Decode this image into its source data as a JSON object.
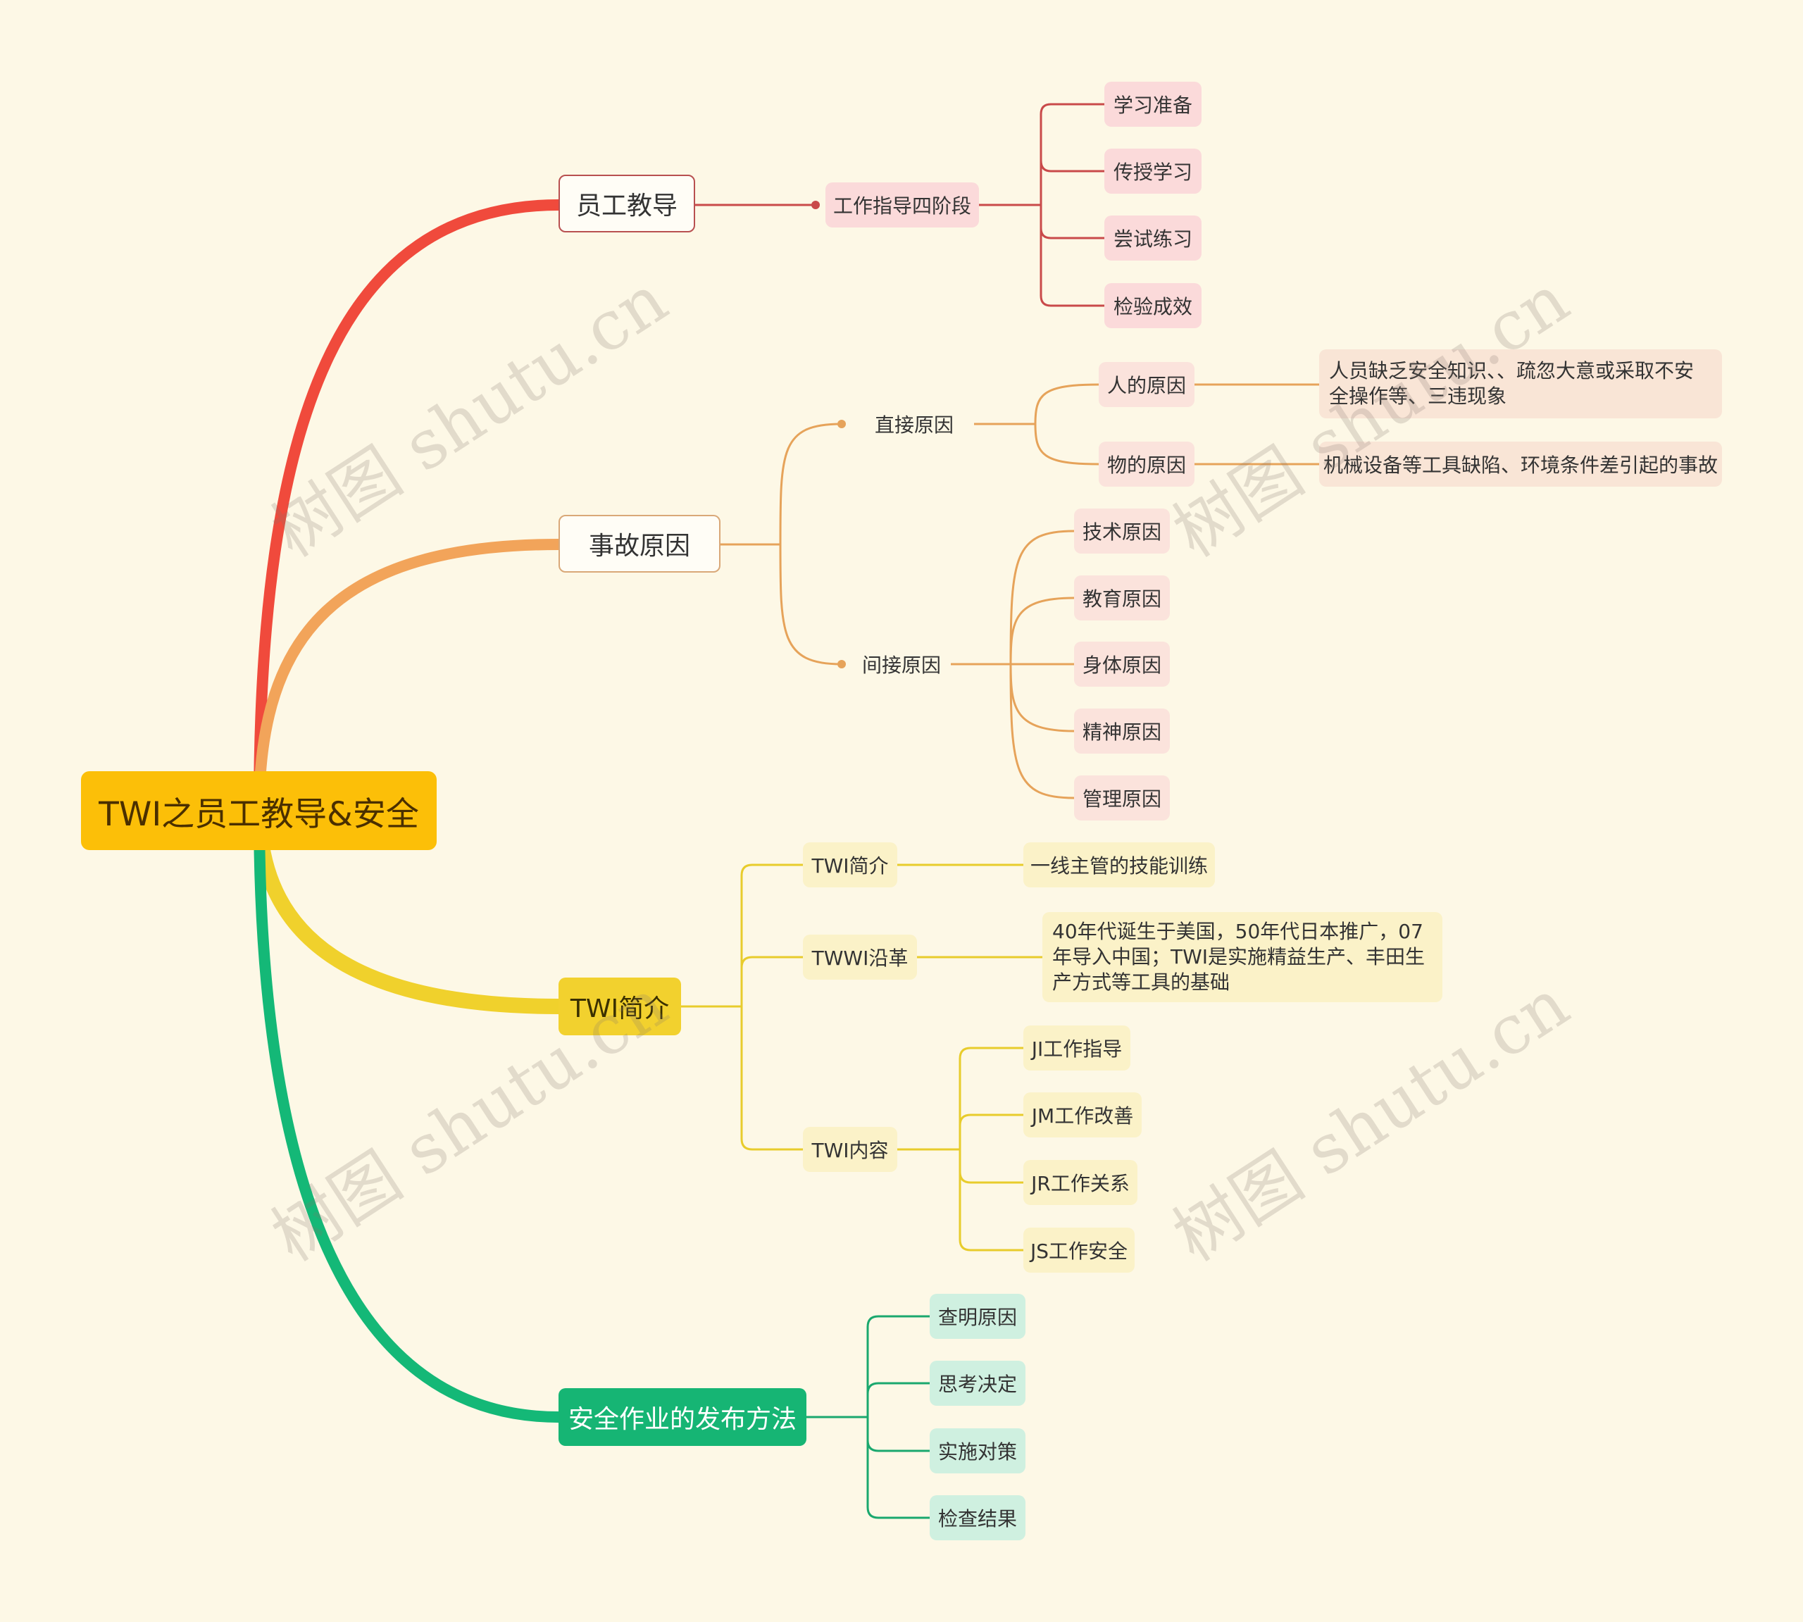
{
  "root": "TWI之员工教导&安全",
  "branches": {
    "b1": {
      "label": "员工教导",
      "color": "#c94a4a",
      "child": "工作指导四阶段",
      "steps": [
        "学习准备",
        "传授学习",
        "尝试练习",
        "检验成效"
      ]
    },
    "b2": {
      "label": "事故原因",
      "color": "#e6a35a",
      "direct": {
        "label": "直接原因",
        "human": {
          "label": "人的原因",
          "detail": "人员缺乏安全知识、、疏忽大意或采取不安全操作等、三违现象"
        },
        "object": {
          "label": "物的原因",
          "detail": "机械设备等工具缺陷、环境条件差引起的事故"
        }
      },
      "indirect": {
        "label": "间接原因",
        "items": [
          "技术原因",
          "教育原因",
          "身体原因",
          "精神原因",
          "管理原因"
        ]
      }
    },
    "b3": {
      "label": "TWI简介",
      "color": "#e8cc2c",
      "intro": {
        "label": "TWI简介",
        "detail": "一线主管的技能训练"
      },
      "history": {
        "label": "TWWI沿革",
        "detail": "40年代诞生于美国，50年代日本推广，07年导入中国；TWI是实施精益生产、丰田生产方式等工具的基础"
      },
      "content": {
        "label": "TWI内容",
        "items": [
          "JI工作指导",
          "JM工作改善",
          "JR工作关系",
          "JS工作安全"
        ]
      }
    },
    "b4": {
      "label": "安全作业的发布方法",
      "color": "#1aa86e",
      "items": [
        "查明原因",
        "思考决定",
        "实施对策",
        "检查结果"
      ]
    }
  },
  "watermark": "树图 shutu.cn",
  "colors": {
    "background": "#fdf8e6",
    "root": "#fcbf08",
    "red": "#c94a4a",
    "orange": "#e6a35a",
    "yellow": "#e8cc2c",
    "green": "#1aa86e"
  }
}
